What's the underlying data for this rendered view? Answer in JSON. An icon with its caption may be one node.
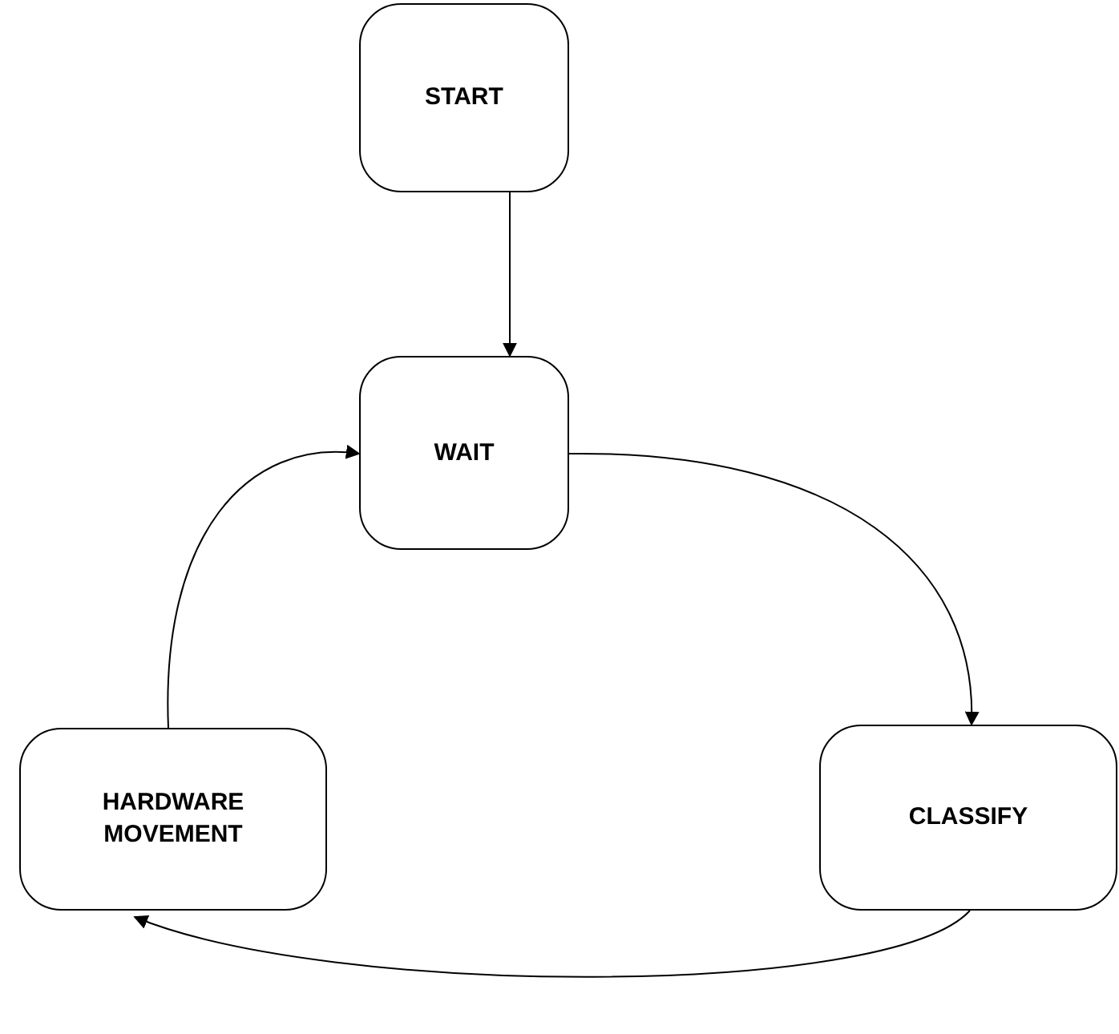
{
  "diagram": {
    "nodes": [
      {
        "text": [
          "START"
        ]
      },
      {
        "text": [
          "WAIT"
        ]
      },
      {
        "text": [
          "CLASSIFY"
        ]
      },
      {
        "text": [
          "HARDWARE MOVEMENT"
        ]
      }
    ],
    "edges": [
      {
        "from": 0,
        "to": 1,
        "arrow": "to"
      },
      {
        "from": 1,
        "to": 2,
        "arrow": "to"
      },
      {
        "from": 2,
        "to": 3,
        "arrow": "to"
      },
      {
        "from": 3,
        "to": 1,
        "arrow": "to"
      }
    ]
  }
}
